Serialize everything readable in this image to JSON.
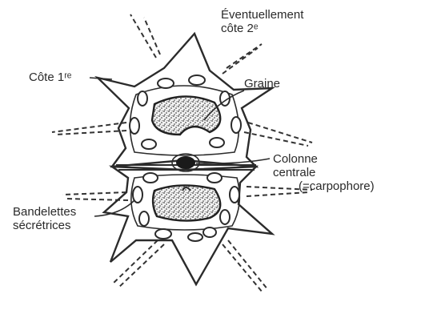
{
  "labels": {
    "cote2": [
      "Éventuellement",
      "côte 2ᵉ"
    ],
    "cote1": "Côte 1ʳᵉ",
    "graine": "Graine",
    "colonne": [
      "Colonne",
      "centrale",
      "(=carpophore)"
    ],
    "bandelettes": [
      "Bandelettes",
      "sécrétrices"
    ]
  }
}
